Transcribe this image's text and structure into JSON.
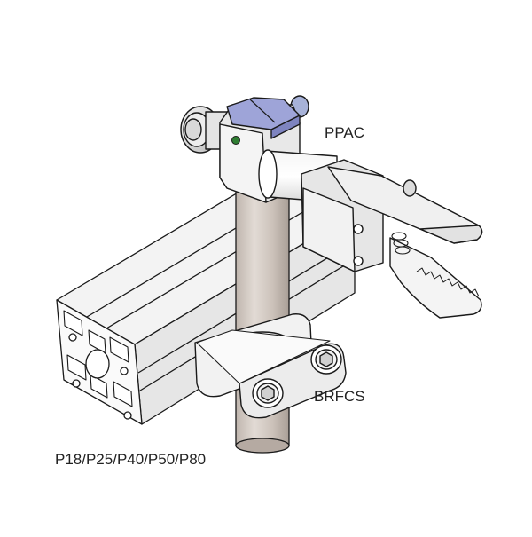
{
  "labels": {
    "clamp": "PPAC",
    "bracket": "BRFCS",
    "profiles": "P18/P25/P40/P50/P80"
  },
  "colors": {
    "outline": "#1a1a1a",
    "metal_light": "#eeeeee",
    "metal_mid": "#d4d4d4",
    "metal_dark": "#b5b0ab",
    "rod": "#cdc4bd",
    "rod_shadow": "#a89e96",
    "cap_blue": "#9ea4d8",
    "cap_blue_dark": "#7e84c0",
    "screw_blue": "#a7b2d8",
    "dot_green": "#2e7d32",
    "background": "#ffffff"
  }
}
